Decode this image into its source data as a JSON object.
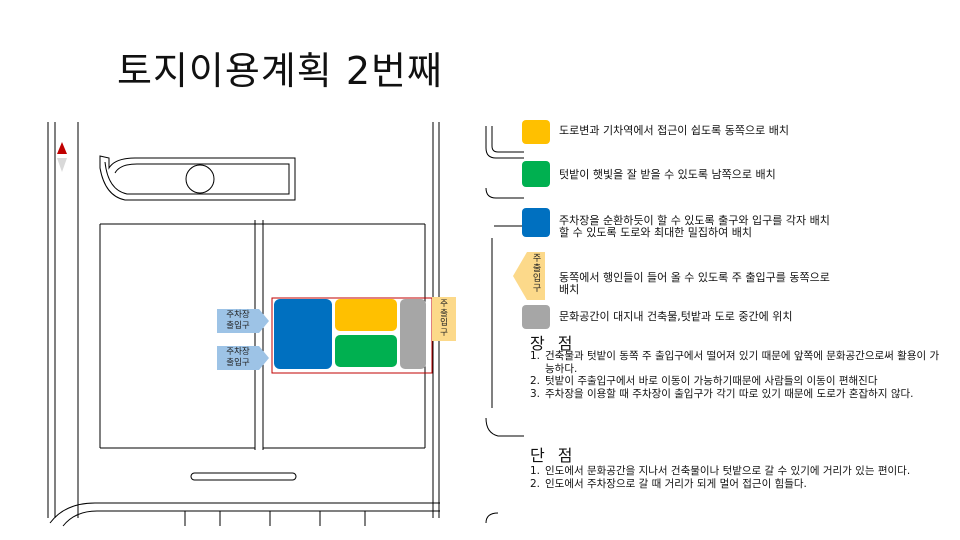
{
  "title": "토지이용계획 2번째",
  "map": {
    "gates_left": [
      "주차장\n출입구",
      "주차장\n출입구"
    ],
    "gate_east": "주출입구"
  },
  "legend": [
    {
      "color": "#ffc000",
      "text": "도로변과 기차역에서  접근이 쉽도록 동쪽으로 배치"
    },
    {
      "color": "#00b050",
      "text": "텃밭이 햇빛을 잘 받을 수 있도록 남쪽으로 배치"
    },
    {
      "color": "#0070c0",
      "text": "주차장을 순환하듯이 할 수 있도록 출구와 입구를 각자 배치\n할 수 있도록 도로와 최대한 밀집하여 배치"
    },
    {
      "color": "#fcd98a",
      "icon": "arrow-badge",
      "badge_text": "주출입구",
      "text": "동쪽에서 행인들이 들어 올 수 있도록 주 출입구를 동쪽으로\n배치"
    },
    {
      "color": "#a6a6a6",
      "text": "문화공간이 대지내 건축물,텃밭과 도로 중간에 위치"
    }
  ],
  "advantages": {
    "heading": "장 점",
    "items": [
      {
        "num": "1.",
        "text": "건축물과 텃밭이 동쪽 주 출입구에서 떨어져 있기 때문에 앞쪽에 문화공간으로써 활용이 가능하다."
      },
      {
        "num": "2.",
        "text": "텃밭이 주출입구에서 바로 이동이 가능하기때문에 사람들의 이동이 편해진다"
      },
      {
        "num": "3.",
        "text": "주차장을 이용할 때 주차장이 출입구가 각기 따로 있기 때문에 도로가 혼잡하지 않다."
      }
    ]
  },
  "disadvantages": {
    "heading": "단 점",
    "items": [
      {
        "num": "1.",
        "text": "인도에서 문화공간을 지나서 건축물이나 텃밭으로 갈 수 있기에 거리가 있는 편이다."
      },
      {
        "num": "2.",
        "text": "인도에서 주차장으로 갈 때 거리가 되게 멀어 접근이 힘들다."
      }
    ]
  },
  "colors": {
    "parking": "#0070c0",
    "building": "#ffc000",
    "garden": "#00b050",
    "culture": "#a6a6a6",
    "site_outline": "#c00000",
    "gate_arrow": "#9dc3e6",
    "main_gate": "#fcd98a",
    "north_arrow": "#c00000"
  }
}
